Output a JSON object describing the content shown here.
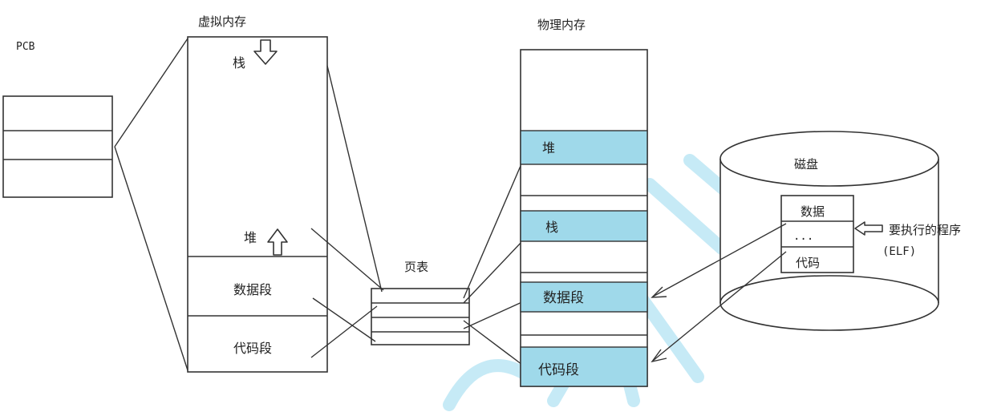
{
  "colors": {
    "highlight": "#9fd9ea",
    "watermark": "#5bc3e6",
    "stroke": "#333333"
  },
  "pcb": {
    "label": "PCB"
  },
  "virtual_memory": {
    "title": "虚拟内存",
    "stack": "栈",
    "heap": "堆",
    "data_segment": "数据段",
    "code_segment": "代码段"
  },
  "page_table": {
    "label": "页表"
  },
  "physical_memory": {
    "title": "物理内存",
    "heap": "堆",
    "stack": "栈",
    "data_segment": "数据段",
    "code_segment": "代码段"
  },
  "disk": {
    "label": "磁盘",
    "elf_rows": [
      "数据",
      "...",
      "代码"
    ],
    "annotation_line1": "要执行的程序",
    "annotation_line2": "(ELF)"
  },
  "icons": [
    "arrow-down-icon",
    "arrow-up-icon",
    "arrow-left-icon"
  ]
}
